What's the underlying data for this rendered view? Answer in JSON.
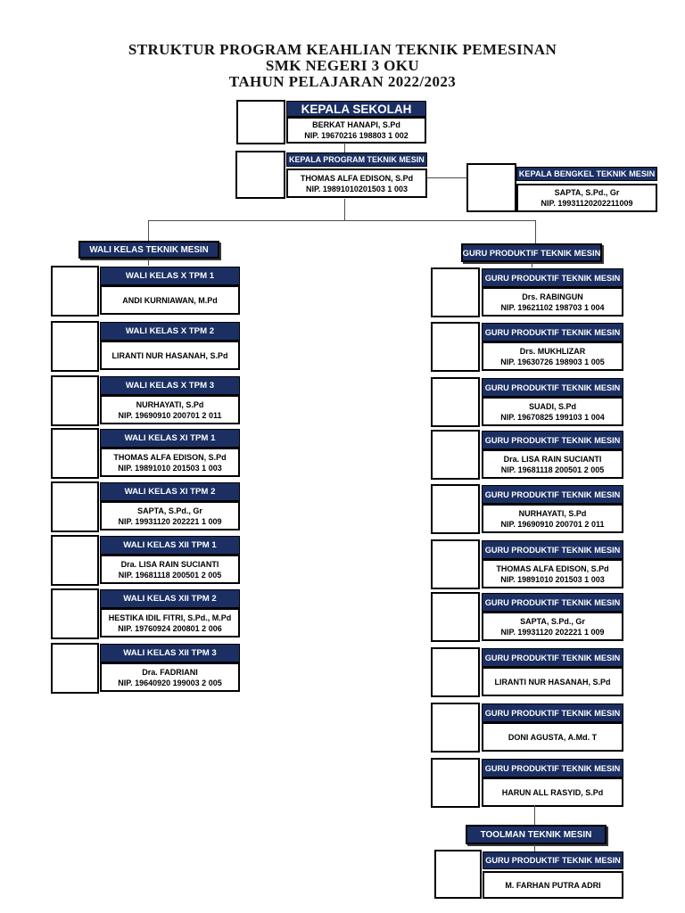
{
  "page": {
    "title_lines": [
      "STRUKTUR PROGRAM KEAHLIAN TEKNIK PEMESINAN",
      "SMK NEGERI 3 OKU",
      "TAHUN PELAJARAN 2022/2023"
    ]
  },
  "colors": {
    "navy": "#1b2f62",
    "connector": "#4d4d4d"
  },
  "top_units": {
    "kepala_sekolah": {
      "title": "KEPALA SEKOLAH",
      "name": "BERKAT HANAPI, S.Pd",
      "nip": "NIP. 19670216 198803 1 002"
    },
    "kepala_program": {
      "title": "KEPALA PROGRAM TEKNIK MESIN",
      "name": "THOMAS ALFA EDISON, S.Pd",
      "nip": "NIP. 19891010201503 1 003"
    },
    "kepala_bengkel": {
      "title": "KEPALA BENGKEL TEKNIK MESIN",
      "name": "SAPTA, S.Pd., Gr",
      "nip": "NIP. 19931120202211009"
    }
  },
  "left_section": {
    "header": "WALI KELAS TEKNIK MESIN",
    "units": [
      {
        "title": "WALI KELAS X TPM 1",
        "name": "ANDI KURNIAWAN, M.Pd",
        "nip": ""
      },
      {
        "title": "WALI KELAS X TPM 2",
        "name": "LIRANTI NUR HASANAH, S.Pd",
        "nip": ""
      },
      {
        "title": "WALI KELAS X TPM 3",
        "name": "NURHAYATI, S.Pd",
        "nip": "NIP. 19690910 200701 2 011"
      },
      {
        "title": "WALI KELAS XI TPM 1",
        "name": "THOMAS ALFA EDISON, S.Pd",
        "nip": "NIP. 19891010 201503 1 003"
      },
      {
        "title": "WALI KELAS XI TPM 2",
        "name": "SAPTA, S.Pd., Gr",
        "nip": "NIP. 19931120 202221 1 009"
      },
      {
        "title": "WALI KELAS XII TPM 1",
        "name": "Dra. LISA RAIN SUCIANTI",
        "nip": "NIP. 19681118 200501 2 005"
      },
      {
        "title": "WALI KELAS XII TPM 2",
        "name": "HESTIKA IDIL FITRI, S.Pd., M.Pd",
        "nip": "NIP. 19760924 200801 2 006"
      },
      {
        "title": "WALI KELAS XII TPM 3",
        "name": "Dra. FADRIANI",
        "nip": "NIP. 19640920 199003 2 005"
      }
    ]
  },
  "right_section": {
    "header": "GURU PRODUKTIF TEKNIK MESIN",
    "unit_title": "GURU PRODUKTIF TEKNIK MESIN",
    "units": [
      {
        "name": "Drs. RABINGUN",
        "nip": "NIP. 19621102 198703 1 004"
      },
      {
        "name": "Drs. MUKHLIZAR",
        "nip": "NIP. 19630726 198903 1 005"
      },
      {
        "name": "SUADI, S.Pd",
        "nip": "NIP. 19670825 199103 1 004"
      },
      {
        "name": "Dra. LISA RAIN SUCIANTI",
        "nip": "NIP. 19681118 200501 2 005"
      },
      {
        "name": "NURHAYATI, S.Pd",
        "nip": "NIP. 19690910 200701 2 011"
      },
      {
        "name": "THOMAS ALFA EDISON, S.Pd",
        "nip": "NIP. 19891010 201503 1 003"
      },
      {
        "name": "SAPTA, S.Pd., Gr",
        "nip": "NIP. 19931120 202221 1 009"
      },
      {
        "name": "LIRANTI NUR HASANAH, S.Pd",
        "nip": ""
      },
      {
        "name": "DONI AGUSTA, A.Md. T",
        "nip": ""
      },
      {
        "name": "HARUN ALL RASYID, S.Pd",
        "nip": ""
      }
    ]
  },
  "toolman_section": {
    "header": "TOOLMAN TEKNIK MESIN",
    "unit": {
      "title": "GURU PRODUKTIF TEKNIK MESIN",
      "name": "M. FARHAN PUTRA ADRI",
      "nip": ""
    }
  }
}
